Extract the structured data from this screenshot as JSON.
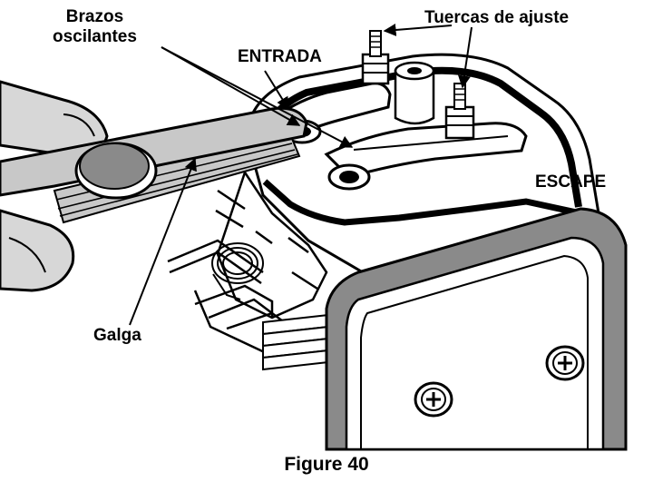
{
  "labels": {
    "rocker_arms_line1": "Brazos",
    "rocker_arms_line2": "oscilantes",
    "adjusting_nuts": "Tuercas de ajuste",
    "intake": "ENTRADA",
    "exhaust": "ESCAPE",
    "feeler_gauge": "Galga"
  },
  "caption": "Figure 40",
  "colors": {
    "ink": "#000000",
    "paper": "#ffffff",
    "steel": "#c8c8c8",
    "skin": "#d7d7d7",
    "shadow": "#8a8a8a"
  }
}
